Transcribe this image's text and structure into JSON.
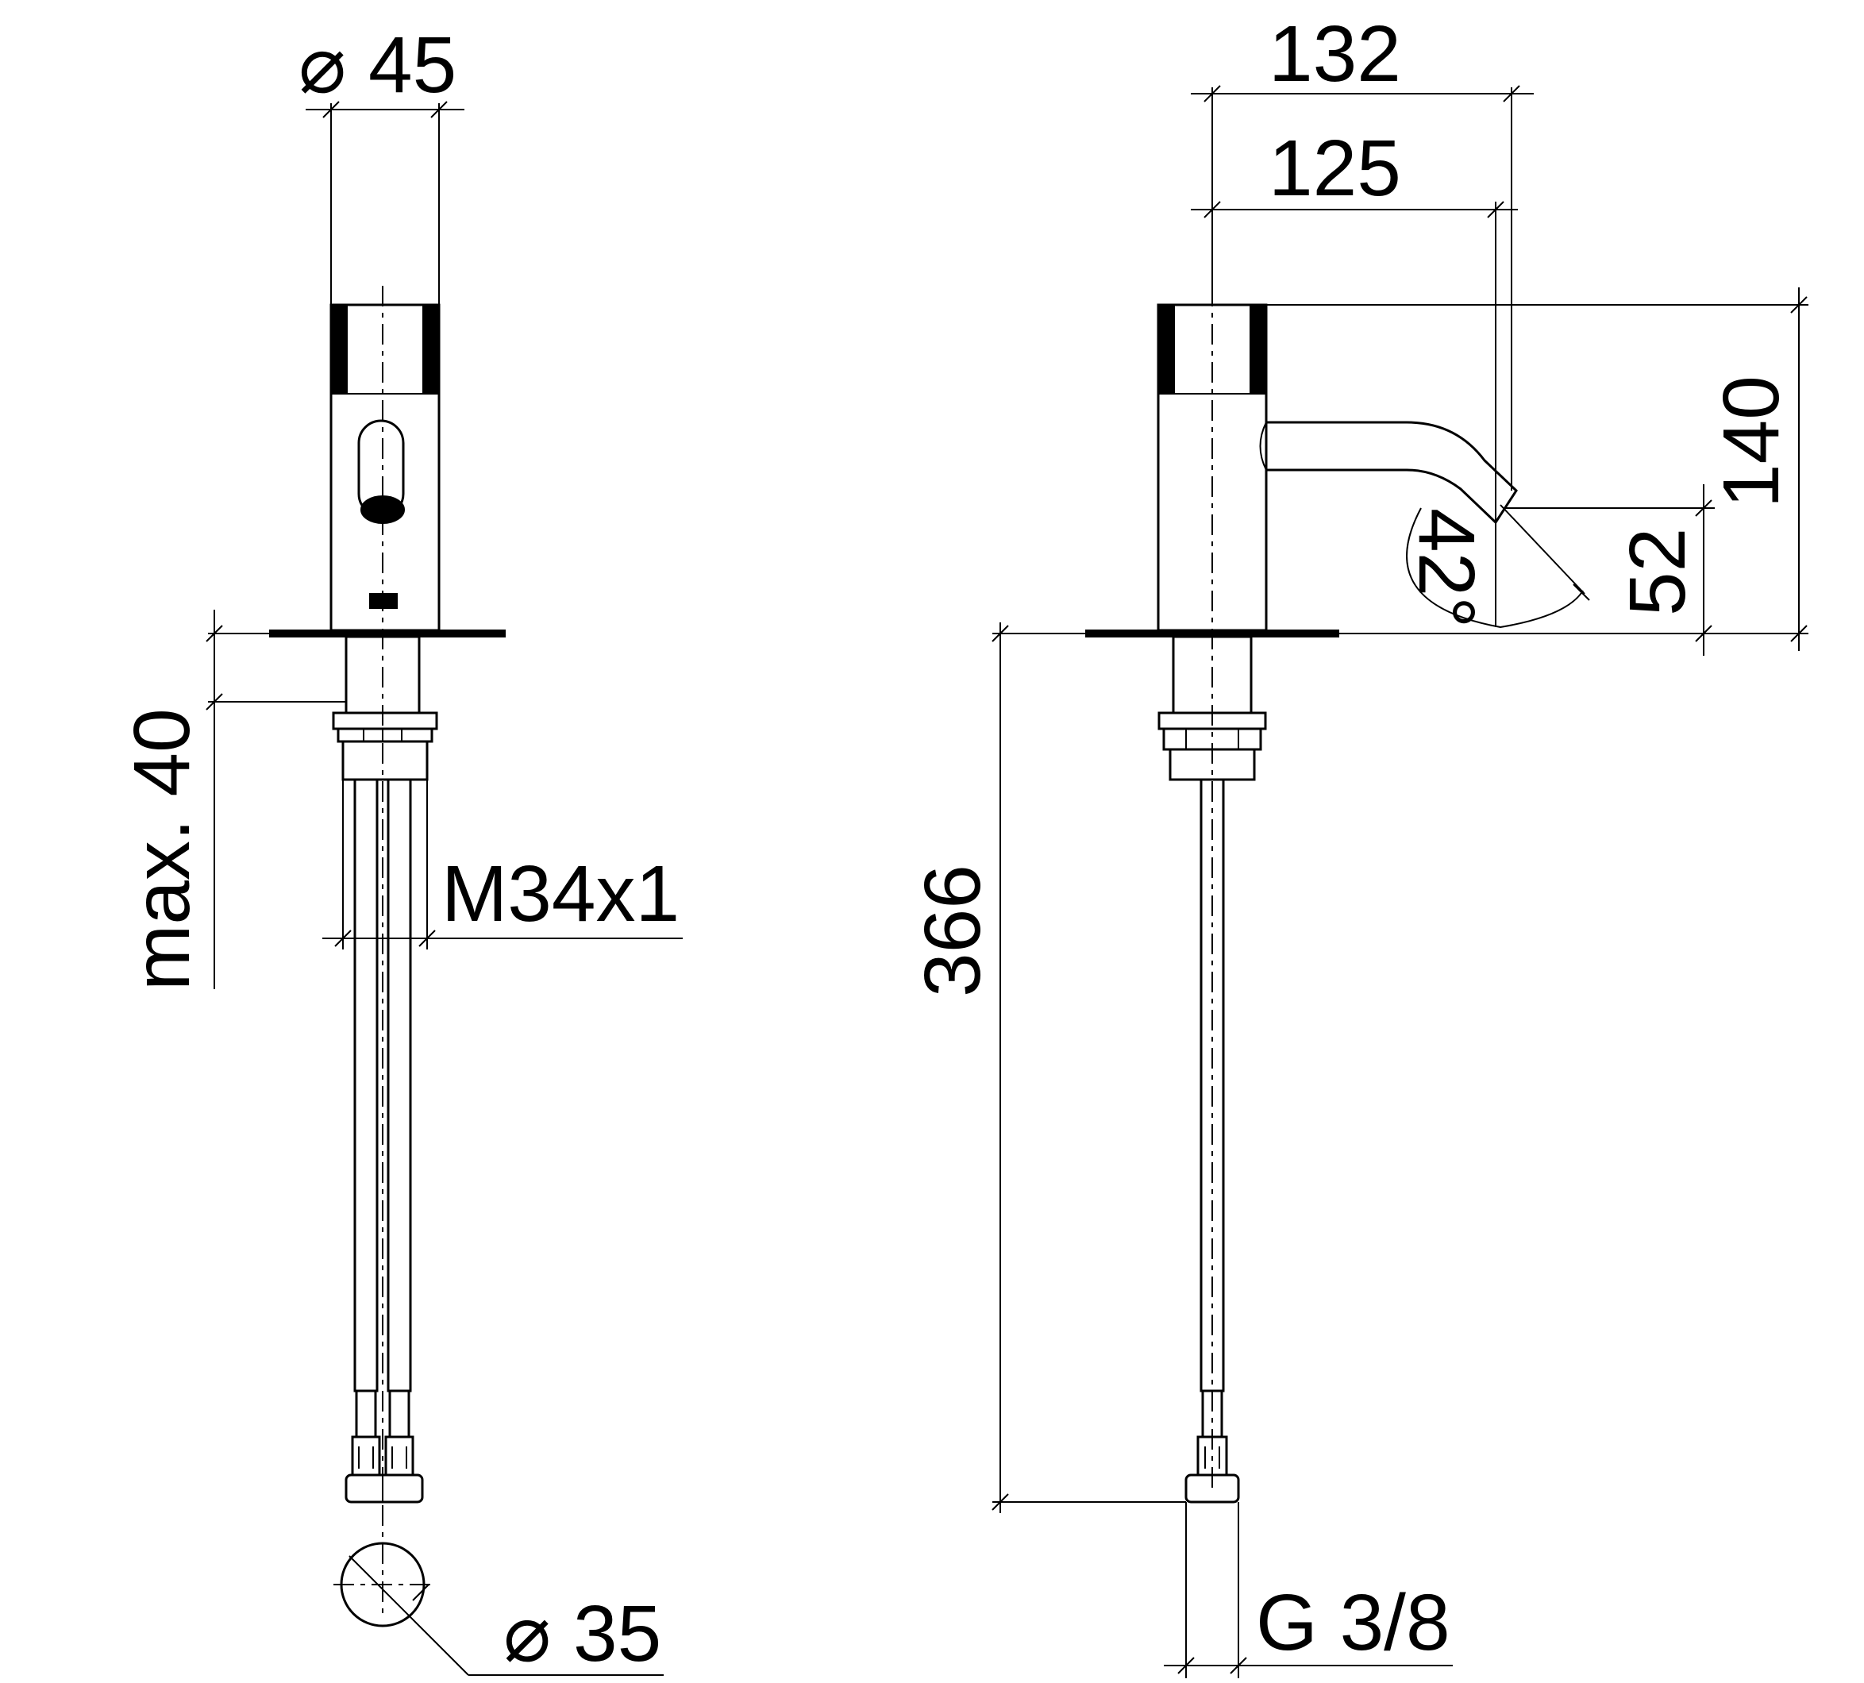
{
  "front_view": {
    "dim_top_diameter": "⌀ 45",
    "dim_mount_thickness": "max. 40",
    "dim_thread": "M34x1",
    "dim_bottom_diameter": "⌀ 35"
  },
  "side_view": {
    "dim_overall_reach": "132",
    "dim_spout_reach": "125",
    "dim_total_height": "140",
    "dim_spout_height": "52",
    "dim_spout_angle": "42°",
    "dim_hose_length": "366",
    "dim_connection": "G 3/8"
  }
}
